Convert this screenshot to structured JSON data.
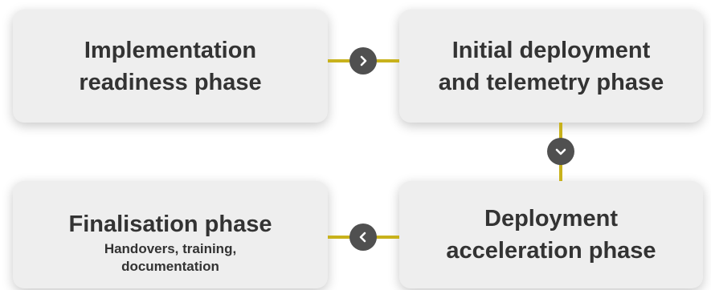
{
  "phases": {
    "implementation_readiness": {
      "title": "Implementation\nreadiness phase"
    },
    "initial_deployment": {
      "title": "Initial deployment\nand telemetry phase"
    },
    "finalisation": {
      "title": "Finalisation phase",
      "subtitle": "Handovers, training,\ndocumentation"
    },
    "deployment_acceleration": {
      "title": "Deployment\nacceleration phase"
    }
  },
  "connectors": [
    {
      "from": "implementation_readiness",
      "to": "initial_deployment",
      "icon": "chevron-right-icon"
    },
    {
      "from": "initial_deployment",
      "to": "deployment_acceleration",
      "icon": "chevron-down-icon"
    },
    {
      "from": "deployment_acceleration",
      "to": "finalisation",
      "icon": "chevron-left-icon"
    }
  ],
  "colors": {
    "card_background": "#eeeeee",
    "text": "#333333",
    "connector_line": "#c8b21c",
    "connector_circle": "#505050"
  }
}
